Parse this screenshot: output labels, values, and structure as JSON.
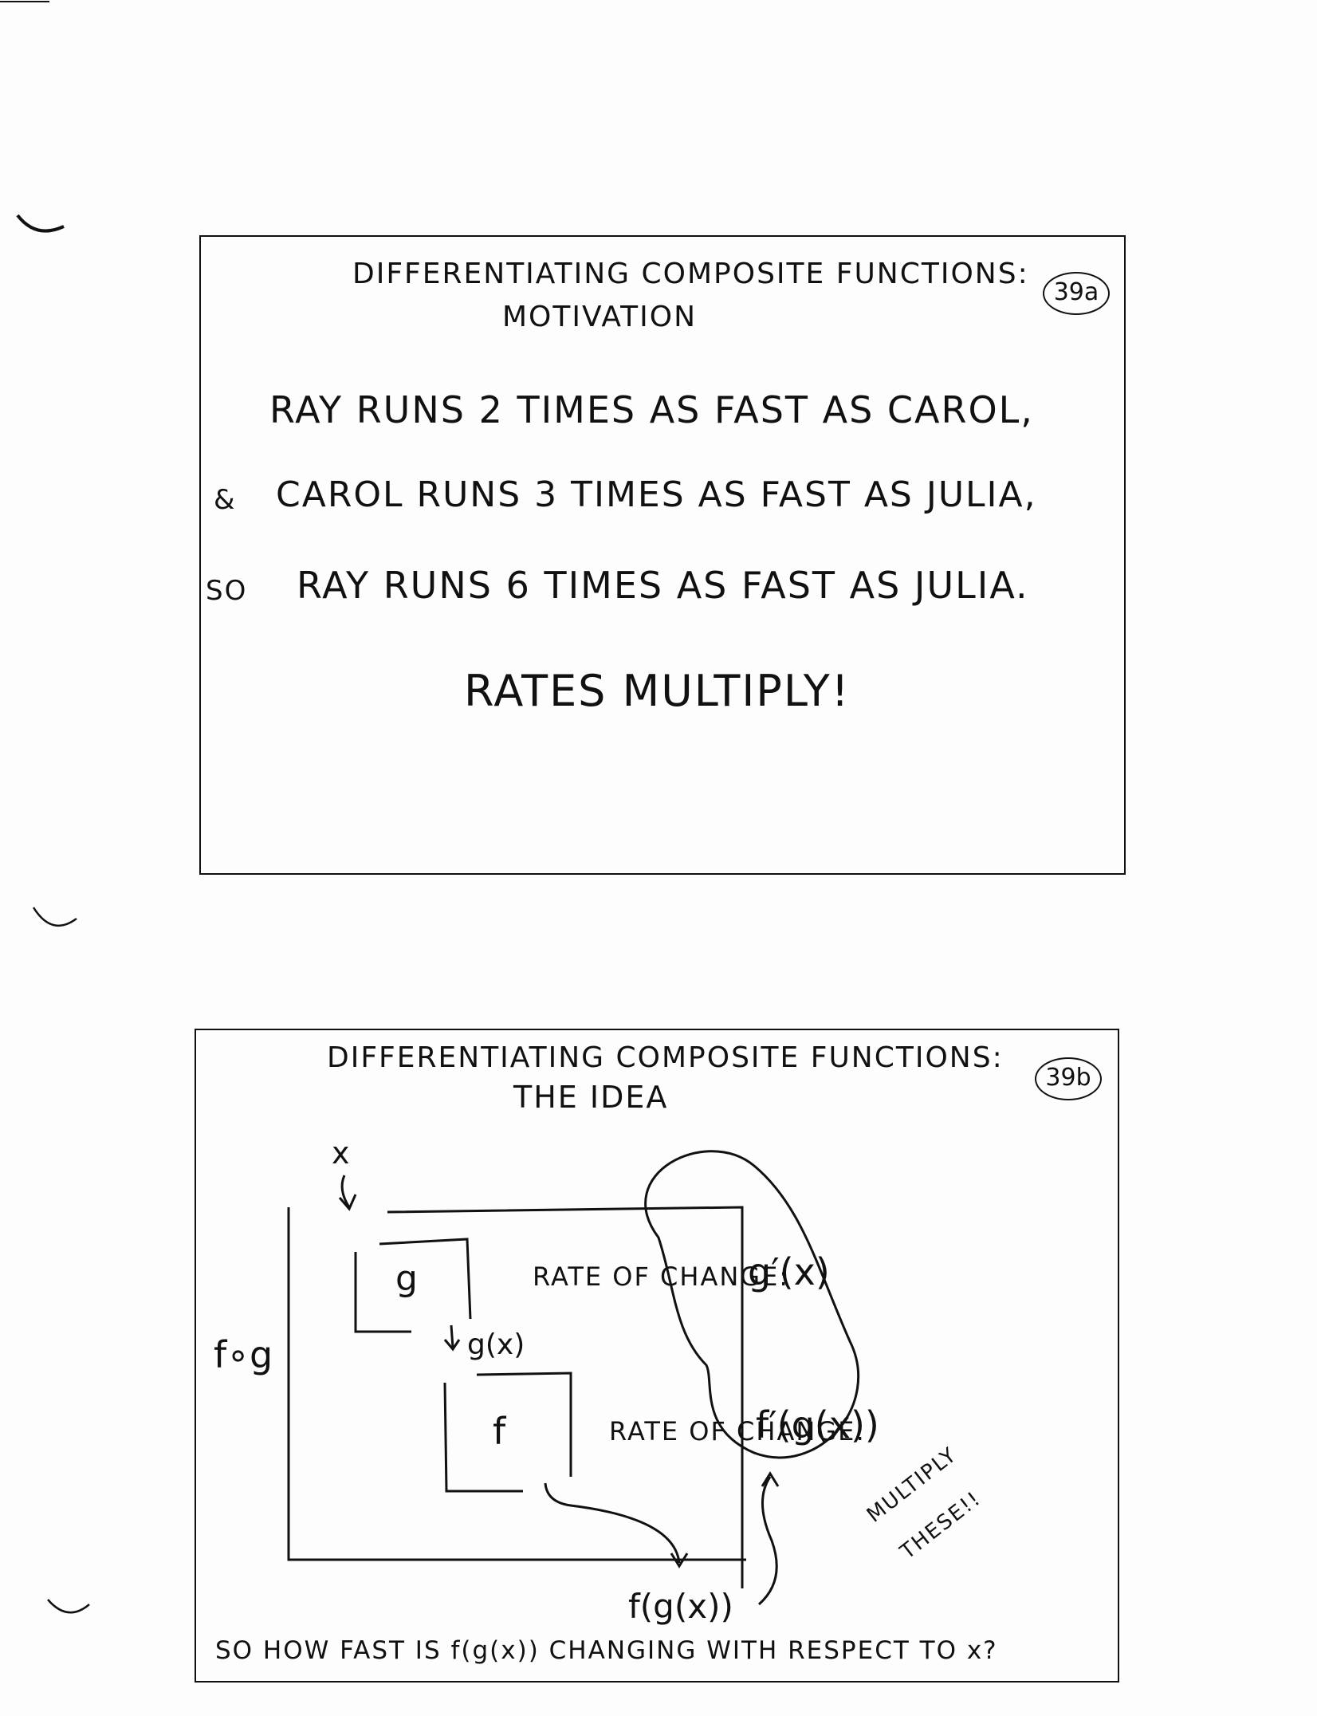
{
  "slide_a": {
    "title_line1": "DIFFERENTIATING COMPOSITE FUNCTIONS:",
    "title_line2": "MOTIVATION",
    "page_number": "39a",
    "line1": "RAY RUNS 2 TIMES AS FAST AS CAROL,",
    "line2_prefix": "&",
    "line2": "CAROL RUNS 3 TIMES AS FAST AS JULIA,",
    "line3_prefix": "SO",
    "line3": "RAY RUNS 6 TIMES AS FAST AS JULIA.",
    "conclusion": "RATES MULTIPLY!"
  },
  "slide_b": {
    "title_line1": "DIFFERENTIATING COMPOSITE FUNCTIONS:",
    "title_line2": "THE IDEA",
    "page_number": "39b",
    "input_label": "x",
    "composite_label": "f∘g",
    "g_box_label": "g",
    "g_output_label": "g(x)",
    "f_box_label": "f",
    "final_output_label": "f(g(x))",
    "rate_label_g": "RATE OF CHANGE:",
    "rate_value_g": "g′(x)",
    "rate_label_f": "RATE OF CHANGE:",
    "rate_value_f": "f′(g(x))",
    "multiply_note_line1": "MULTIPLY",
    "multiply_note_line2": "THESE!!",
    "question": "SO HOW FAST IS f(g(x)) CHANGING WITH RESPECT TO x?"
  }
}
